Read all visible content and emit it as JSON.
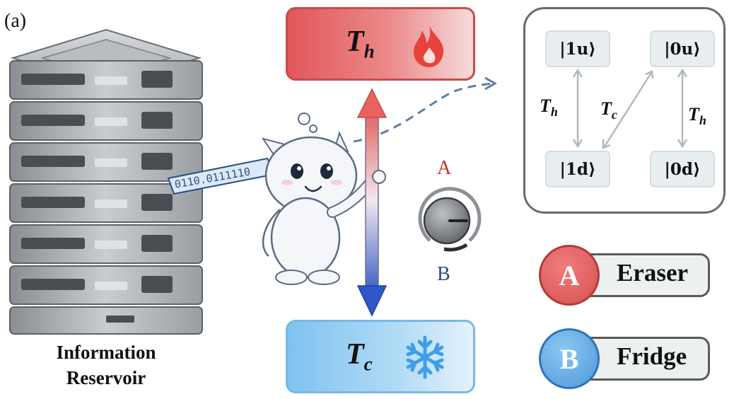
{
  "panel_label": "(a)",
  "reservoir": {
    "label_line1": "Information",
    "label_line2": "Reservoir",
    "tape_text": "0110.0111110"
  },
  "baths": {
    "hot": {
      "symbol": "T",
      "subscript": "h",
      "color": "#e2575a"
    },
    "cold": {
      "symbol": "T",
      "subscript": "c",
      "color": "#7fc2ef"
    }
  },
  "knob": {
    "top_label": "A",
    "bottom_label": "B"
  },
  "states": {
    "s1u": "|1u⟩",
    "s0u": "|0u⟩",
    "s1d": "|1d⟩",
    "s0d": "|0d⟩"
  },
  "transitions": {
    "left": {
      "symbol": "T",
      "subscript": "h"
    },
    "middle": {
      "symbol": "T",
      "subscript": "c"
    },
    "right": {
      "symbol": "T",
      "subscript": "h"
    }
  },
  "legend": [
    {
      "letter": "A",
      "label": "Eraser",
      "color": "#d8504f"
    },
    {
      "letter": "B",
      "label": "Fridge",
      "color": "#4c97da"
    }
  ],
  "icons": {
    "hot": "flame-icon",
    "cold": "snowflake-icon",
    "knob": "dial-knob-icon",
    "mascot": "demon-mascot",
    "server": "server-rack-icon"
  }
}
